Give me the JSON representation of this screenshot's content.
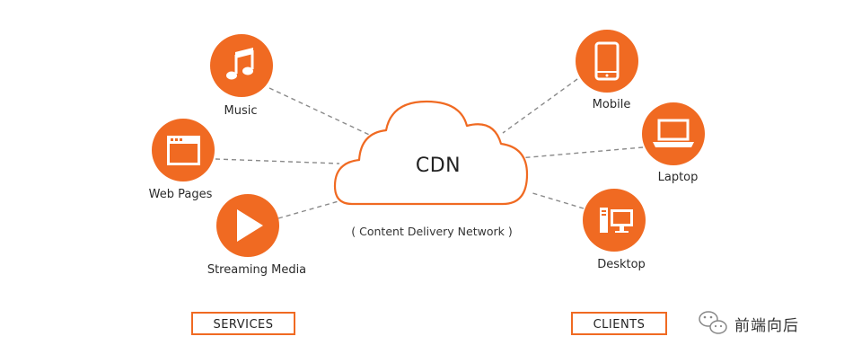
{
  "center": {
    "title": "CDN",
    "subtitle": "( Content Delivery Network )"
  },
  "services": {
    "box_label": "SERVICES",
    "items": [
      {
        "label": "Music",
        "icon": "music-note-icon"
      },
      {
        "label": "Web Pages",
        "icon": "browser-window-icon"
      },
      {
        "label": "Streaming Media",
        "icon": "play-icon"
      }
    ]
  },
  "clients": {
    "box_label": "CLIENTS",
    "items": [
      {
        "label": "Mobile",
        "icon": "mobile-phone-icon"
      },
      {
        "label": "Laptop",
        "icon": "laptop-icon"
      },
      {
        "label": "Desktop",
        "icon": "desktop-computer-icon"
      }
    ]
  },
  "watermark": {
    "text": "前端向后",
    "icon": "wechat-icon"
  },
  "colors": {
    "accent": "#f06a22",
    "connector": "#888888",
    "cloud_fill": "#ffffff"
  }
}
